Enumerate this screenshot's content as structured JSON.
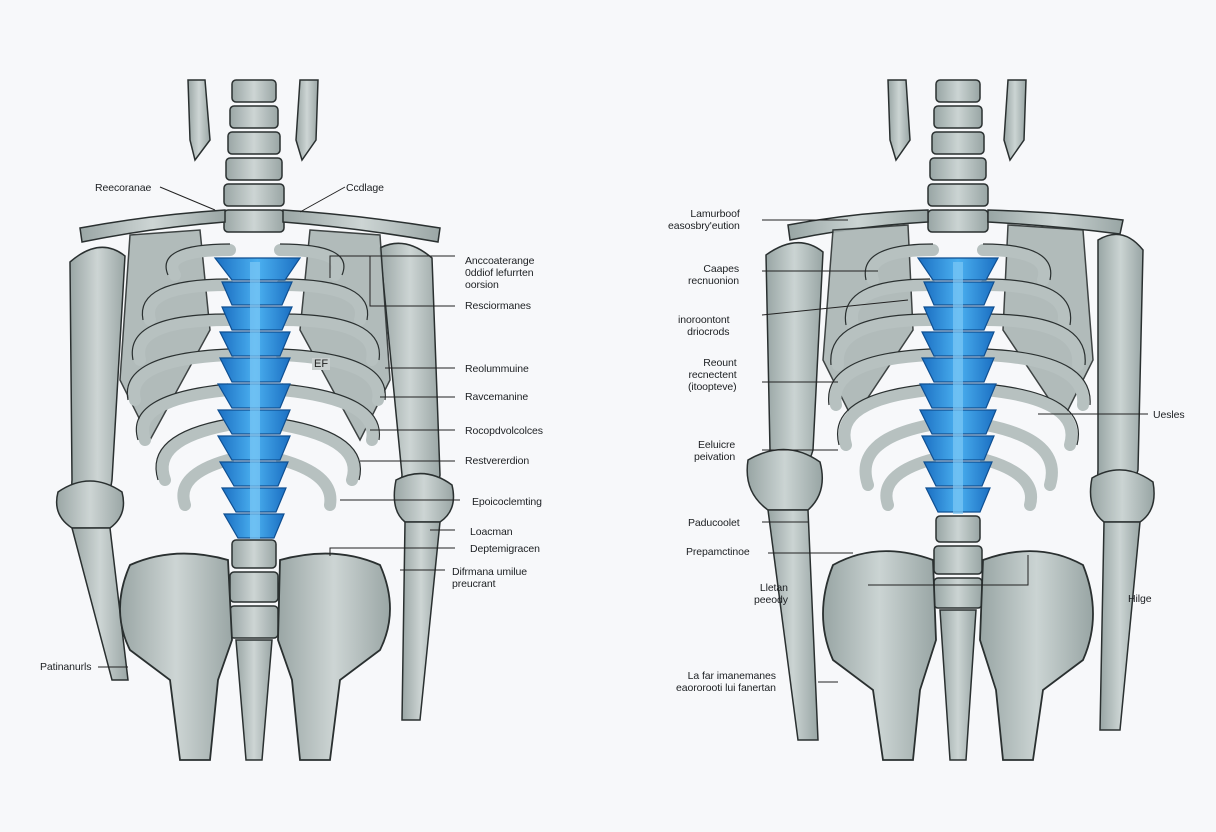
{
  "diagram": {
    "type": "anatomical-illustration",
    "subject": "Human torso skeleton, posterior/anterior view with highlighted thoracic spine",
    "colors": {
      "background": "#f7f8fa",
      "bone_fill": "#b9c3c2",
      "bone_shade": "#8f9c9b",
      "bone_outline": "#2a3030",
      "spine_highlight": "#2a8fdc",
      "spine_highlight_dark": "#1766b5",
      "leader_line": "#222222",
      "label_text": "#1c1f22"
    }
  },
  "left_figure": {
    "inline_tag": "EF",
    "labels": [
      {
        "id": "l1",
        "text": "Reecoranae",
        "side": "left"
      },
      {
        "id": "l2",
        "text": "Ccdlage",
        "side": "right"
      },
      {
        "id": "l3",
        "text": "Anccoaterange\n0ddiof lefurrten\noorsion",
        "side": "right"
      },
      {
        "id": "l4",
        "text": "Resciormanes",
        "side": "right"
      },
      {
        "id": "l5",
        "text": "Reolummuine",
        "side": "right"
      },
      {
        "id": "l6",
        "text": "Ravcemanine",
        "side": "right"
      },
      {
        "id": "l7",
        "text": "Rocopdvolcolces",
        "side": "right"
      },
      {
        "id": "l8",
        "text": "Restvererdion",
        "side": "right"
      },
      {
        "id": "l9",
        "text": "Epoicoclemting",
        "side": "right"
      },
      {
        "id": "l10",
        "text": "Loacman",
        "side": "right"
      },
      {
        "id": "l11",
        "text": "Deptemigracen",
        "side": "right"
      },
      {
        "id": "l12",
        "text": "Difrmana umilue\npreucrant",
        "side": "right"
      },
      {
        "id": "l13",
        "text": "Patinanurls",
        "side": "left"
      }
    ]
  },
  "right_figure": {
    "labels": [
      {
        "id": "r1",
        "text": "Lamurboof\neasosbry'eution",
        "side": "left"
      },
      {
        "id": "r2",
        "text": "Caapes\nrecnuonion",
        "side": "left"
      },
      {
        "id": "r3",
        "text": "inoroontont\ndriocrods",
        "side": "left"
      },
      {
        "id": "r4",
        "text": "Reount\nrecnectent\n(itoopteve)",
        "side": "left"
      },
      {
        "id": "r5",
        "text": "Uesles",
        "side": "right"
      },
      {
        "id": "r6",
        "text": "Eeluicre\npeivation",
        "side": "left"
      },
      {
        "id": "r7",
        "text": "Paducoolet",
        "side": "left"
      },
      {
        "id": "r8",
        "text": "Prepamctinoe",
        "side": "left"
      },
      {
        "id": "r9",
        "text": "Lletan\npeeody",
        "side": "left"
      },
      {
        "id": "r10",
        "text": "Hilge",
        "side": "right"
      },
      {
        "id": "r11",
        "text": "La far imanemanes\neaororooti lui fanertan",
        "side": "left"
      }
    ]
  }
}
